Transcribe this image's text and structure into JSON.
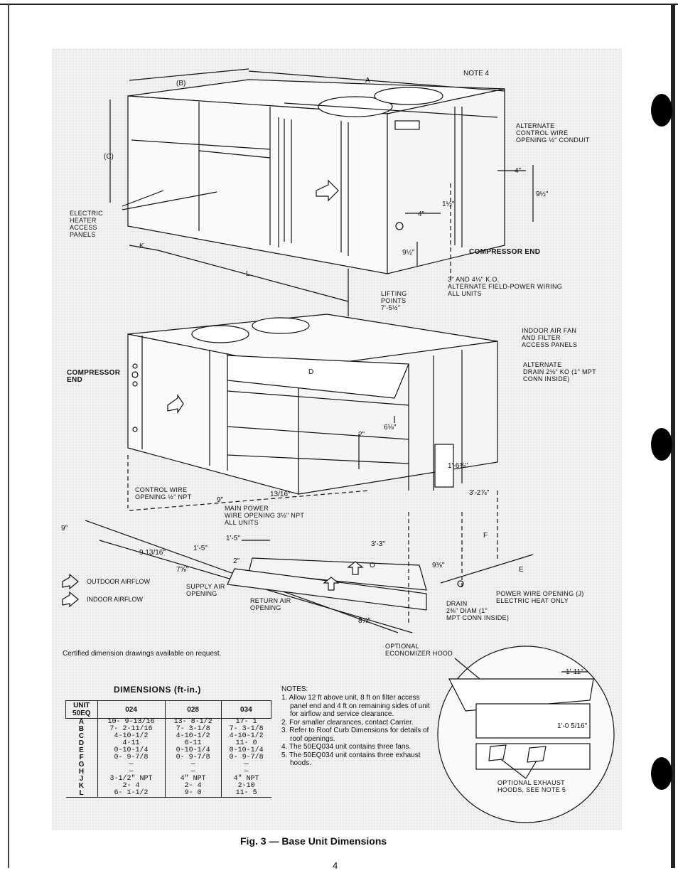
{
  "figure": {
    "caption": "Fig. 3 — Base Unit Dimensions",
    "page_number": "4",
    "certified_note": "Certified dimension drawings available on request."
  },
  "top_view_labels": {
    "note4": "NOTE 4",
    "dim_a": "A",
    "dim_b": "(B)",
    "dim_c": "(C)",
    "dim_k": "K",
    "dim_l": "L",
    "electric_heater": "ELECTRIC\nHEATER\nACCESS\nPANELS",
    "alt_control": "ALTERNATE\nCONTROL WIRE\nOPENING ½\" CONDUIT",
    "four_in_a": "4\"",
    "four_in_b": "4\"",
    "nine_half_a": "9½\"",
    "nine_half_b": "9½\"",
    "one_half": "1½\"",
    "compressor_end": "COMPRESSOR END",
    "field_power": "3\" AND 4⅛\" K.O.\nALTERNATE FIELD-POWER WIRING\nALL UNITS",
    "lifting": "LIFTING\nPOINTS\n7'-5½\""
  },
  "bottom_view_labels": {
    "compressor_end": "COMPRESSOR\nEND",
    "indoor_fan": "INDOOR AIR FAN\nAND FILTER\nACCESS PANELS",
    "alt_drain": "ALTERNATE\nDRAIN 2⅛\" KO (1\" MPT\nCONN INSIDE)",
    "dim_d": "D",
    "six_eighth": "6⅛\"",
    "two_in": "2\"",
    "one_six": "1'-6⅜\"",
    "three_two": "3'-2⅞\"",
    "control_wire": "CONTROL WIRE\nOPENING ½\" NPT",
    "main_power": "MAIN POWER\nWIRE OPENING 3½\" NPT\nALL UNITS",
    "nine_in_a": "9\"",
    "nine_in_b": "9\"",
    "thirteen_sixteen": "13/16\"",
    "nine_13_16": "9 13/16\"",
    "one_five_a": "1'-5\"",
    "one_five_b": "1'-5\"",
    "two_b": "2\"",
    "three_three": "3'-3\"",
    "dim_o": "O",
    "dim_f": "F",
    "dim_e": "E",
    "seven_5_8": "7⅝\"",
    "nine_3_8": "9⅜\"",
    "eight_3_8": "8⅜\"",
    "supply_air": "SUPPLY AIR\nOPENING",
    "return_air": "RETURN AIR\nOPENING",
    "drain": "DRAIN\n2⅜\" DIAM (1\"\nMPT CONN INSIDE)",
    "power_wire_ej": "POWER WIRE OPENING (J)\nELECTRIC HEAT ONLY",
    "outdoor_airflow": "OUTDOOR AIRFLOW",
    "indoor_airflow": "INDOOR AIRFLOW"
  },
  "economizer": {
    "label": "OPTIONAL\nECONOMIZER HOOD",
    "one_eleven": "1'-11\"",
    "one_0516": "1'-0 5/16\"",
    "exhaust": "OPTIONAL EXHAUST\nHOODS, SEE NOTE 5"
  },
  "dimensions_table": {
    "title": "DIMENSIONS (ft-in.)",
    "head_unit": "UNIT\n50EQ",
    "columns": [
      "024",
      "028",
      "034"
    ],
    "rows": [
      {
        "key": "A",
        "v": [
          "10- 9-13/16",
          "13- 8-1/2",
          "17- 1"
        ]
      },
      {
        "key": "B",
        "v": [
          "7- 2-11/16",
          "7- 3-1/8",
          "7- 3-1/8"
        ]
      },
      {
        "key": "C",
        "v": [
          "4-10-1/2",
          "4-10-1/2",
          "4-10-1/2"
        ]
      },
      {
        "key": "D",
        "v": [
          "4-11",
          "6-11",
          "11- 0"
        ]
      },
      {
        "key": "E",
        "v": [
          "0-10-1/4",
          "0-10-1/4",
          "0-10-1/4"
        ]
      },
      {
        "key": "F",
        "v": [
          "0- 9-7/8",
          "0- 9-7/8",
          "0- 9-7/8"
        ]
      },
      {
        "key": "G",
        "v": [
          "—",
          "—",
          "—"
        ]
      },
      {
        "key": "H",
        "v": [
          "—",
          "—",
          "—"
        ]
      },
      {
        "key": "J",
        "v": [
          "3-1/2\" NPT",
          "4\" NPT",
          "4\" NPT"
        ]
      },
      {
        "key": "K",
        "v": [
          "2- 4",
          "2- 4",
          "2-10"
        ]
      },
      {
        "key": "L",
        "v": [
          "6- 1-1/2",
          "9- 0",
          "11- 5"
        ]
      }
    ]
  },
  "notes": {
    "heading": "NOTES:",
    "items": [
      "1. Allow 12 ft above unit, 8 ft on filter access panel end and 4 ft on remaining sides of unit for airflow and service clearance.",
      "2. For smaller clearances, contact Carrier.",
      "3. Refer to Roof Curb Dimensions for details of roof openings.",
      "4. The 50EQ034 unit contains three fans.",
      "5. The 50EQ034 unit contains three exhaust hoods."
    ]
  }
}
